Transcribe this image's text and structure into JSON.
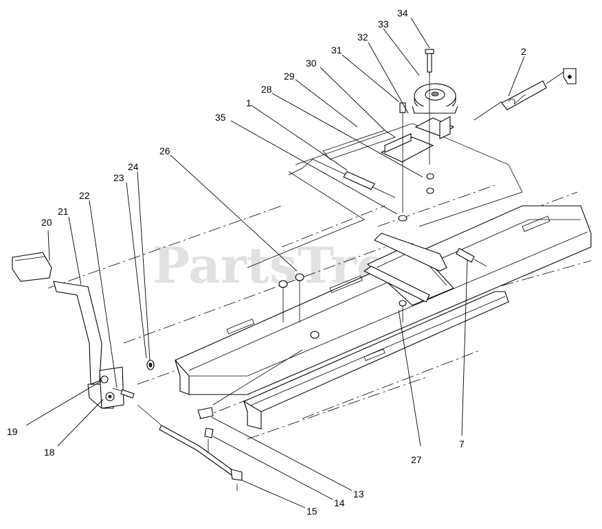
{
  "watermark": "PartsTree",
  "callouts": {
    "c1": "1",
    "c2": "2",
    "c7": "7",
    "c13": "13",
    "c14": "14",
    "c15": "15",
    "c18": "18",
    "c19": "19",
    "c20": "20",
    "c21": "21",
    "c22": "22",
    "c23": "23",
    "c24": "24",
    "c26": "26",
    "c27": "27",
    "c28": "28",
    "c29": "29",
    "c30": "30",
    "c31": "31",
    "c32": "32",
    "c33": "33",
    "c34": "34",
    "c35": "35"
  }
}
